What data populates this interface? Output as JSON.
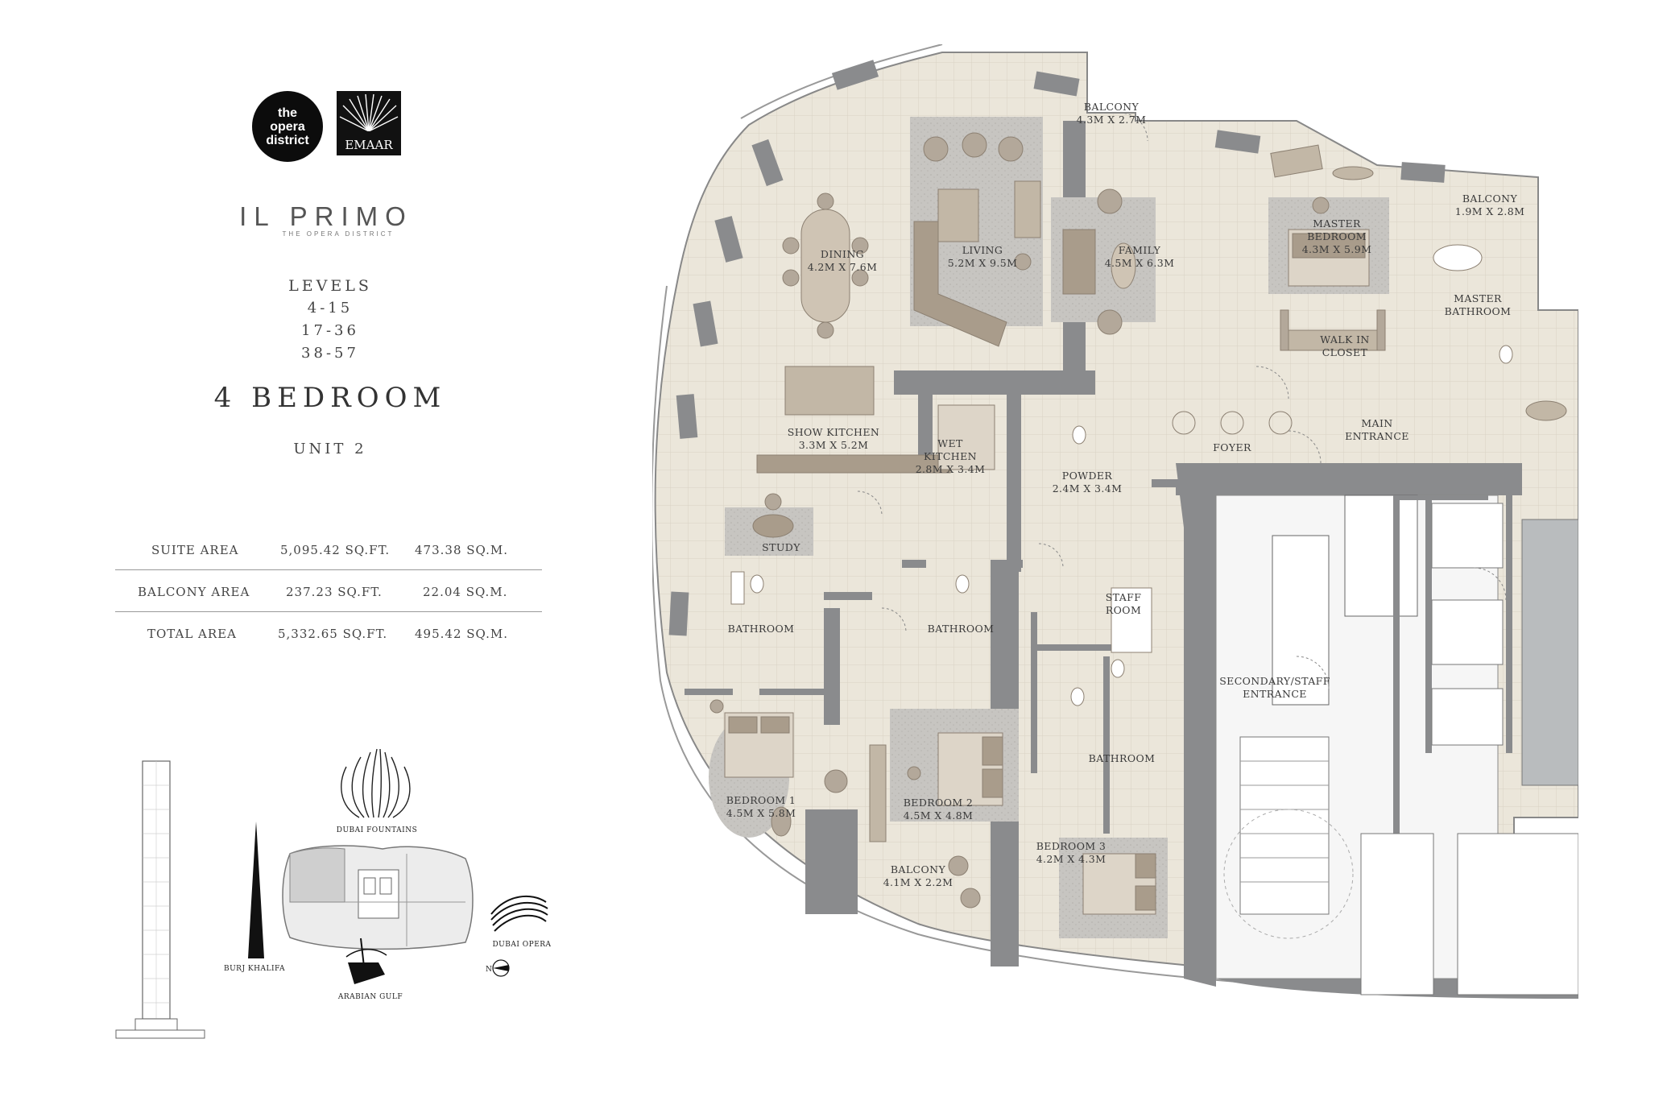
{
  "brand": {
    "district_logo": [
      "the",
      "opera",
      "district"
    ],
    "developer": "EMAAR",
    "project_name": "IL PRIMO",
    "project_subtitle": "THE OPERA DISTRICT"
  },
  "levels": {
    "title": "LEVELS",
    "ranges": [
      "4-15",
      "17-36",
      "38-57"
    ]
  },
  "unit": {
    "type": "4 BEDROOM",
    "number": "UNIT 2"
  },
  "areas": [
    {
      "label": "SUITE AREA",
      "sqft": "5,095.42 SQ.FT.",
      "sqm": "473.38 SQ.M."
    },
    {
      "label": "BALCONY AREA",
      "sqft": "237.23 SQ.FT.",
      "sqm": "22.04 SQ.M."
    },
    {
      "label": "TOTAL AREA",
      "sqft": "5,332.65 SQ.FT.",
      "sqm": "495.42 SQ.M."
    }
  ],
  "key_plan": {
    "landmarks": {
      "fountains": "DUBAI FOUNTAINS",
      "opera": "DUBAI OPERA",
      "burj": "BURJ KHALIFA",
      "gulf": "ARABIAN GULF"
    },
    "north": "N"
  },
  "rooms": {
    "balcony_top": [
      "BALCONY",
      "4.3M X 2.7M"
    ],
    "balcony_master": [
      "BALCONY",
      "1.9M X 2.8M"
    ],
    "dining": [
      "DINING",
      "4.2M X 7.6M"
    ],
    "living": [
      "LIVING",
      "5.2M X 9.5M"
    ],
    "family": [
      "FAMILY",
      "4.5M X 6.3M"
    ],
    "master_bedroom": [
      "MASTER",
      "BEDROOM",
      "4.3M X 5.9M"
    ],
    "master_bathroom": [
      "MASTER",
      "BATHROOM"
    ],
    "walk_in_closet": [
      "WALK IN",
      "CLOSET"
    ],
    "main_entrance": [
      "MAIN",
      "ENTRANCE"
    ],
    "foyer": [
      "FOYER"
    ],
    "show_kitchen": [
      "SHOW KITCHEN",
      "3.3M X 5.2M"
    ],
    "wet_kitchen": [
      "WET",
      "KITCHEN",
      "2.8M X 3.4M"
    ],
    "powder": [
      "POWDER",
      "2.4M X 3.4M"
    ],
    "study": [
      "STUDY"
    ],
    "bathroom_1": [
      "BATHROOM"
    ],
    "bathroom_2": [
      "BATHROOM"
    ],
    "bathroom_3": [
      "BATHROOM"
    ],
    "staff_room": [
      "STAFF",
      "ROOM"
    ],
    "secondary_entrance": [
      "SECONDARY/STAFF",
      "ENTRANCE"
    ],
    "bedroom_1": [
      "BEDROOM 1",
      "4.5M X 5.8M"
    ],
    "bedroom_2": [
      "BEDROOM 2",
      "4.5M X 4.8M"
    ],
    "bedroom_3": [
      "BEDROOM 3",
      "4.2M X 4.3M"
    ],
    "balcony_bottom": [
      "BALCONY",
      "4.1M X 2.2M"
    ]
  },
  "colors": {
    "floor": "#ebe6da",
    "wall": "#888a8c",
    "rug": "#c7c5c1",
    "furniture": "#b3a89a",
    "tile_line": "#d8d2c4"
  }
}
